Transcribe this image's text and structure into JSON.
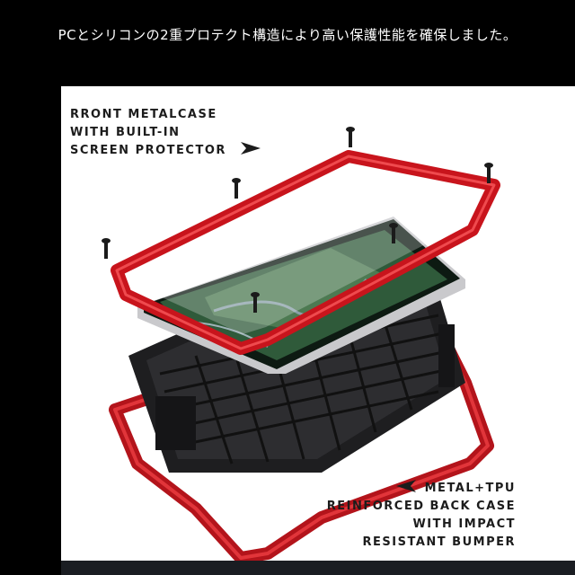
{
  "header": {
    "caption": "PCとシリコンの2重プロテクト構造により高い保護性能を確保しました。"
  },
  "labels": {
    "front": [
      "RRONT METALCASE",
      "WITH BUILT-IN",
      "SCREEN PROTECTOR"
    ],
    "back": [
      "METAL+TPU",
      "REINFORCED BACK CASE",
      "WITH IMPACT",
      "RESISTANT BUMPER"
    ]
  },
  "icons": {
    "front_arrow": "arrow-right-icon",
    "back_arrow": "arrow-left-icon"
  },
  "colors": {
    "frame_red": "#c8141c",
    "case_black": "#1e1e20",
    "background": "#ffffff",
    "header_bg": "#000000"
  }
}
